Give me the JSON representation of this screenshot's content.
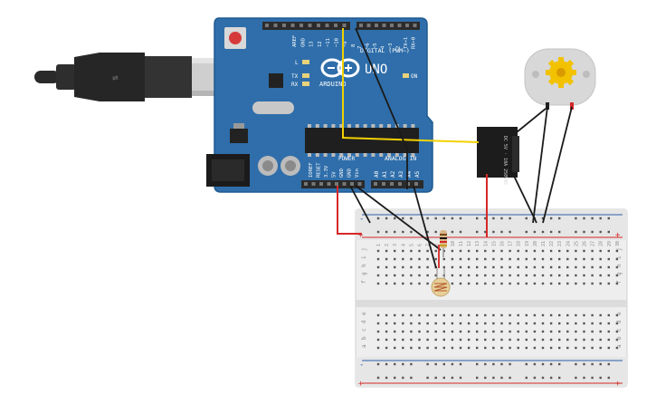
{
  "arduino": {
    "brand_text": "UNO",
    "sub_text": "ARDUINO",
    "header_left": [
      "AREF",
      "GND",
      "13",
      "12",
      "~11",
      "~10",
      "~9",
      "8"
    ],
    "header_right": [
      "7",
      "~6",
      "~5",
      "4",
      "~3",
      "2",
      "TX→1",
      "RX←0"
    ],
    "digital_label": "DIGITAL (PWM~)",
    "led_labels": [
      "L",
      "TX",
      "RX"
    ],
    "on_label": "ON",
    "power_label": "POWER",
    "analog_label": "ANALOG IN",
    "power_pins": [
      "IOREF",
      "RESET",
      "3.3V",
      "5V",
      "GND",
      "GND",
      "Vin"
    ],
    "analog_pins": [
      "A0",
      "A1",
      "A2",
      "A3",
      "A4",
      "A5"
    ]
  },
  "relay": {
    "text": "DC 5V · 10A 250VAC"
  },
  "breadboard": {
    "row_letters_top": [
      "j",
      "i",
      "h",
      "g",
      "f"
    ],
    "row_letters_bottom": [
      "e",
      "d",
      "c",
      "b",
      "a"
    ],
    "column_numbers": [
      "1",
      "2",
      "3",
      "4",
      "5",
      "6",
      "7",
      "8",
      "9",
      "10",
      "11",
      "12",
      "13",
      "14",
      "15",
      "16",
      "17",
      "18",
      "19",
      "20",
      "21",
      "22",
      "23",
      "24",
      "25",
      "26",
      "27",
      "28",
      "29",
      "30"
    ],
    "rail_minus": "-",
    "rail_plus": "+"
  },
  "colors": {
    "board": "#2f6eaa",
    "board_edge": "#1f5a91",
    "header": "#2b2b2b",
    "wire_red": "#d62828",
    "wire_black": "#1a1a1a",
    "wire_yellow": "#f2d100",
    "breadboard": "#eeeeee",
    "rail_red": "#d62828",
    "rail_blue": "#2a5da8",
    "motor_body": "#d8d8d8",
    "motor_gear": "#f2c200"
  }
}
